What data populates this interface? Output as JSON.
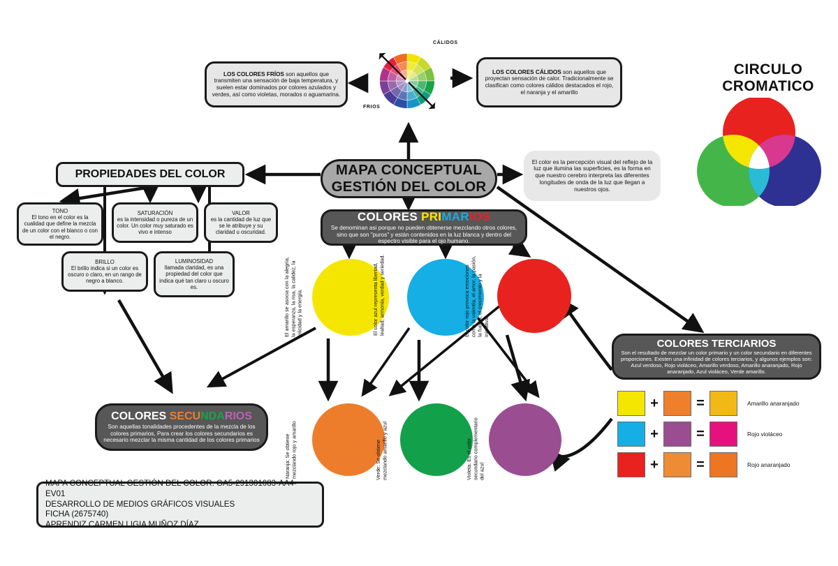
{
  "title": "MAPA CONCEPTUAL GESTIÓN DEL COLOR",
  "central": {
    "line1": "MAPA CONCEPTUAL",
    "line2": "GESTIÓN DEL COLOR"
  },
  "wheel": {
    "label_warm": "CÁLIDOS",
    "label_cold": "FRIOS",
    "cold_box": {
      "lead": "LOS COLORES FRÍOS",
      "body": " son aquellos que transmiten una sensación de baja temperatura, y suelen estar dominados por colores azulados y verdes, así como violetas, morados o aguamarina."
    },
    "warm_box": {
      "lead": "LOS COLORES CÁLIDOS",
      "body": " son aquellos que proyectan sensación de calor. Tradicionalmente se clasifican como colores cálidos destacados el rojo, el naranja y el amarillo"
    }
  },
  "definition": "El color es la percepción visual del reflejo de la luz que ilumina las superficies, es la forma en que nuestro cerebro interpreta las diferentes longitudes de onda de la luz que llegan a nuestros ojos.",
  "properties": {
    "title": "PROPIEDADES DEL COLOR",
    "items": [
      {
        "name": "TONO",
        "text": "El tono en el color es la cualidad que define la mezcla de un color con el blanco o con el negro."
      },
      {
        "name": "SATURACIÓN",
        "text": "es la intensidad o pureza de un color. Un color muy saturado es vivo e intenso"
      },
      {
        "name": "VALOR",
        "text": "es la cantidad de luz que se le atribuye y su claridad u oscuridad."
      },
      {
        "name": "BRILLO",
        "text": "El brillo indica si un color es oscuro o claro, en un rango de negro a blanco."
      },
      {
        "name": "LUMINOSIDAD",
        "text": "llamada claridad, es una propiedad del color que indica qué tan claro u oscuro es."
      }
    ]
  },
  "primary": {
    "title_parts": [
      {
        "text": "COLORES ",
        "color": "#ffffff"
      },
      {
        "text": "PRI",
        "color": "#ffe800"
      },
      {
        "text": "MAR",
        "color": "#1ea9e3"
      },
      {
        "text": "IOS",
        "color": "#e8221f"
      }
    ],
    "title_plain": "COLORES PRIMARIOS",
    "text": "Se denominan asi porque no pueden obtenerse mezclando otros colores, sino que son \"puros\" y están contenidos en la luz blanca y dentro del espectro visible para el ojo humano.",
    "circles": [
      {
        "name": "amarillo",
        "color": "#f5e600",
        "caption": "El amarillo se asocia con la alegría, la esperanza, la risa, la calidez, la felicidad y la energía."
      },
      {
        "name": "azul",
        "color": "#15aee5",
        "caption": "El color azul representa libertad, lealtad, armonía, verdad y seriedad."
      },
      {
        "name": "rojo",
        "color": "#e8221f",
        "caption": "El color rojo provoca emociones como la valentía, el amor, la pasión, la fuerza, el crecimiento y la iniciativa."
      }
    ]
  },
  "secondary": {
    "title_parts": [
      {
        "text": "COLORES ",
        "color": "#ffffff"
      },
      {
        "text": "SECU",
        "color": "#ef7f2a"
      },
      {
        "text": "NDA",
        "color": "#16a44c"
      },
      {
        "text": "RIOS",
        "color": "#c060b5"
      }
    ],
    "title_plain": "COLORES SECUNDARIOS",
    "text": "Son aquellas tonalidades procedentes de la mezcla de los colores primarios, Para crear los colores secundarios es necesario  mezclar la misma cantidad de los colores primarios",
    "circles": [
      {
        "name": "naranja",
        "color": "#ed7d2b",
        "caption": "Naranja: Se obtiene mezclando rojo y amarillo"
      },
      {
        "name": "verde",
        "color": "#13a04a",
        "caption": "Verde: Se obtiene mezclando amarillo y azul"
      },
      {
        "name": "violeta",
        "color": "#9a4e91",
        "caption": "Violeta: Es el color secundario complementario del azul"
      }
    ]
  },
  "tertiary": {
    "title": "COLORES TERCIARIOS",
    "text": "Son el resultado de mezclar un color primario y un color secundario en diferentes proporciones. Existen una infinidad de colores terciarios, y algunos ejemplos son: Azul verdoso, Rojo violáceo, Amarillo verdoso, Amarillo anaranjado, Rojo anaranjado, Azul violáceo, Verde amarillo.",
    "mixes": [
      {
        "a": "#f5e600",
        "b": "#ef7f2a",
        "result": "#f2b816",
        "name": "Amarillo anaranjado",
        "plus": "+",
        "equals": "="
      },
      {
        "a": "#15aee5",
        "b": "#9a4e91",
        "result": "#e5127d",
        "name": "Rojo violáceo",
        "plus": "+",
        "equals": "="
      },
      {
        "a": "#e8221f",
        "b": "#ef8b34",
        "result": "#ee7623",
        "name": "Rojo anaranjado",
        "plus": "+",
        "equals": "="
      }
    ]
  },
  "circulo_cromatico": {
    "line1": "CIRCULO",
    "line2": "CROMATICO",
    "venn": {
      "red": "#e8221f",
      "green": "#44b649",
      "blue": "#2e3192"
    }
  },
  "footer": {
    "line1": "MAPA CONCEPTUAL GESTIÓN DEL COLOR. GA5-291301083-AA4-EV01",
    "line2": "DESARROLLO DE MEDIOS GRÁFICOS VISUALES",
    "line3": "FICHA (2675740)",
    "line4": "APRENDIZ CARMEN LIGIA MUÑOZ DÍAZ"
  }
}
